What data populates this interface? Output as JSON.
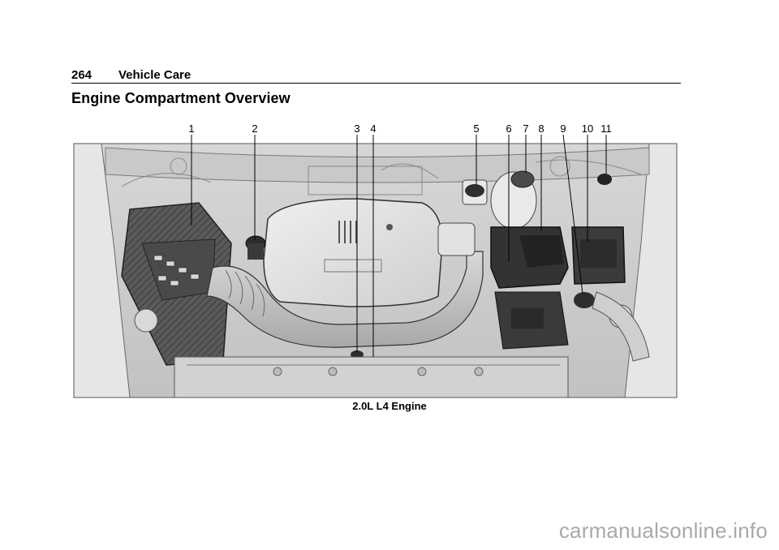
{
  "header": {
    "page_number": "264",
    "section": "Vehicle Care"
  },
  "title": "Engine Compartment Overview",
  "callouts": [
    "1",
    "2",
    "3",
    "4",
    "5",
    "6",
    "7",
    "8",
    "9",
    "10",
    "11"
  ],
  "caption": "2.0L L4 Engine",
  "watermark": "carmanualsonline.info"
}
